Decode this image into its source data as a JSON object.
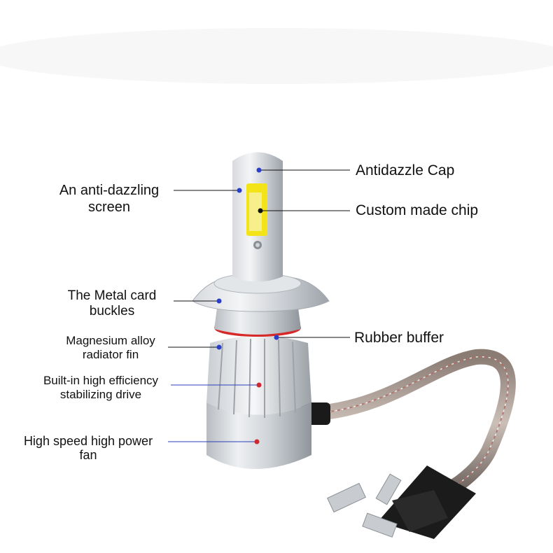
{
  "labels": {
    "antidazzle_cap": "Antidazzle Cap",
    "anti_dazzling_screen_1": "An anti-dazzling",
    "anti_dazzling_screen_2": "screen",
    "custom_chip": "Custom made chip",
    "metal_card_1": "The Metal card",
    "metal_card_2": "buckles",
    "rubber_buffer": "Rubber buffer",
    "magnesium_1": "Magnesium alloy",
    "magnesium_2": "radiator fin",
    "drive_1": "Built-in high efficiency",
    "drive_2": "stabilizing drive",
    "fan_1": "High speed high power",
    "fan_2": "fan"
  },
  "colors": {
    "line_black": "#111111",
    "line_blue": "#2a3fb8",
    "dot_blue": "#2b3ec9",
    "dot_red": "#d0282e",
    "silver": "#c9cdd2",
    "rubber_ring": "#d62a2a",
    "chip_yellow": "#f2e418"
  }
}
